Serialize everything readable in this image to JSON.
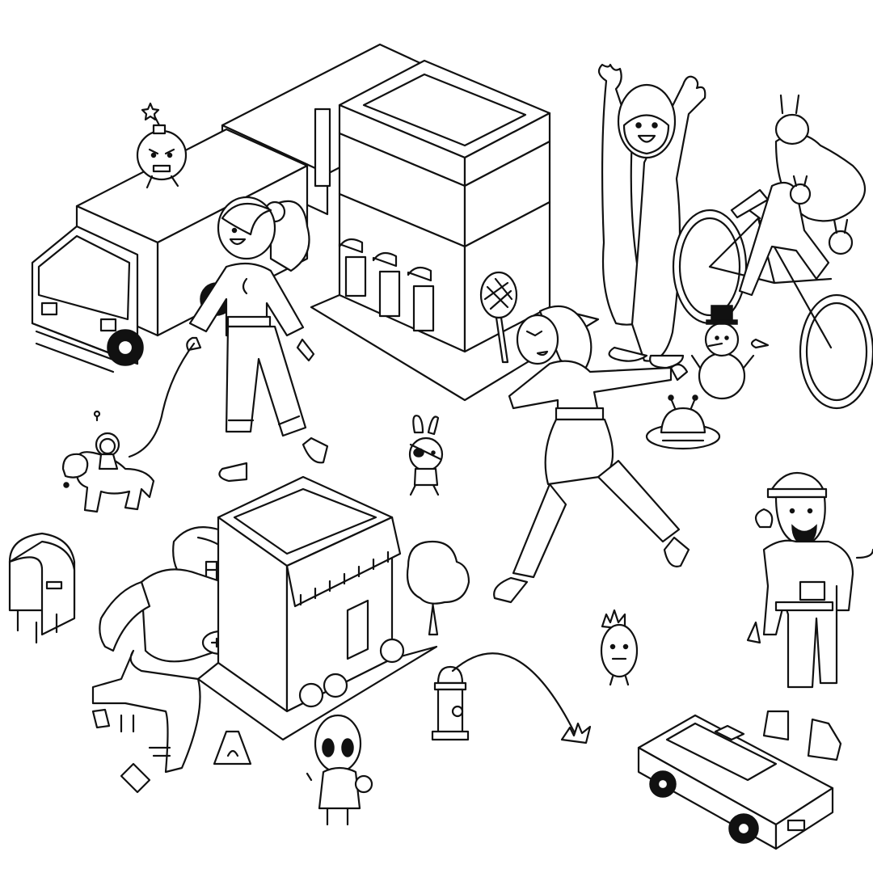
{
  "scene": {
    "style": "black line-art coloring page",
    "background": "#ffffff",
    "line_color": "#111111",
    "elements": [
      "box-truck",
      "bomb-character",
      "woman-walking-dog",
      "dog-with-astronaut-rider",
      "storefront-building",
      "tennis-player-woman",
      "yeti",
      "cyclist-with-bunnies",
      "snowman",
      "ufo",
      "eyepatch-bunny",
      "mailbox",
      "football-player",
      "corner-shop",
      "tree",
      "fire-hydrant",
      "water-arc",
      "pineapple-character",
      "wet-floor-sign",
      "alien-with-teddy",
      "worker-with-pig",
      "taxi"
    ]
  }
}
